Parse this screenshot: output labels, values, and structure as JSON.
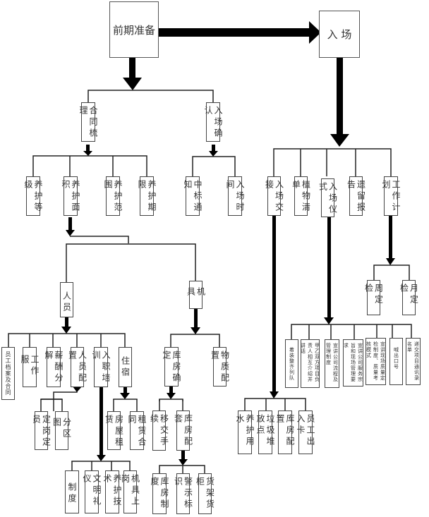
{
  "diagram": {
    "root_left": "前期准备",
    "root_right": "入 场",
    "left": {
      "contract": "合同梳理",
      "confirm": "入场确认",
      "contract_children": [
        "养护等级",
        "养护面积",
        "养护范围",
        "养护期限"
      ],
      "confirm_children": [
        "中标通知",
        "入场时间"
      ],
      "area_children": [
        "人员",
        "机具"
      ],
      "staff_children": [
        "员工档案及合同",
        "工作服",
        "薪酬分解",
        "人员配置",
        "入职培训",
        "住宿"
      ],
      "staff_config_children": [
        "定岗定员",
        "分区图"
      ],
      "lodging_children": [
        "房屋租赁",
        "租赁合同"
      ],
      "training_children": [
        "制度",
        "文明礼仪",
        "养护技术",
        "机具上岗"
      ],
      "equipment_children": [
        "库房确定",
        "物质配置"
      ],
      "warehouse_children": [
        "移交手续",
        "库房配套"
      ],
      "warehouse_setup_children": [
        "库房制度",
        "警示标识",
        "货架货柜"
      ]
    },
    "right": {
      "children": [
        "入场交接",
        "植物清单",
        "入场仪式",
        "遗留报告",
        "工作计划"
      ],
      "plan_children": [
        "周定检",
        "月定检"
      ],
      "ceremony_children": [
        "着装整齐列队",
        "甲乙双方项目负责人相互介绍并讲话",
        "宣讲公司流程及管理制度",
        "宣讲公司服务宗旨和现场管理要求",
        "宣讲现场质量定检制度、质量考核模式",
        "喊出口号",
        "递交项目通讯录名单"
      ],
      "handover_children": [
        "养护用水",
        "垃圾堆放点",
        "库房配置",
        "员工出入卡"
      ]
    }
  }
}
